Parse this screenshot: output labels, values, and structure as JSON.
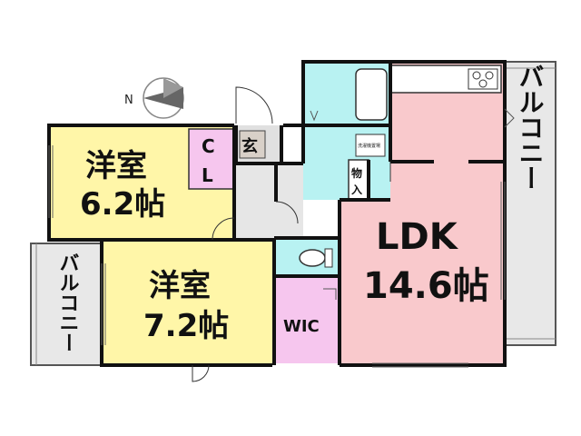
{
  "plan": {
    "rooms": {
      "western_a": {
        "name": "洋室",
        "size": "6.2帖",
        "color": "#fff6a8"
      },
      "western_b": {
        "name": "洋室",
        "size": "7.2帖",
        "color": "#fff6a8"
      },
      "ldk": {
        "name": "LDK",
        "size": "14.6帖",
        "color": "#f9c9cc"
      },
      "wic": {
        "name": "WIC",
        "color": "#f6c6ee"
      },
      "closet": {
        "letter1": "C",
        "letter2": "L",
        "color": "#f6c6ee"
      },
      "entrance": {
        "name": "玄",
        "color": "#e0e0e0"
      },
      "storage": {
        "name_top": "物",
        "name_bottom": "入"
      },
      "bath_color": "#b8f2f2",
      "washroom_color": "#b8f2f2",
      "toilet_color": "#b8f2f2",
      "hall_color": "#e6e6e6"
    },
    "balcony_right": {
      "name": "バルコニー"
    },
    "balcony_left": {
      "name": "バルコニー"
    },
    "washer_label": "洗濯機置場",
    "compass": {
      "letter": "N"
    },
    "colors": {
      "wall": "#111111",
      "balcony": "#e8e8e8"
    }
  }
}
